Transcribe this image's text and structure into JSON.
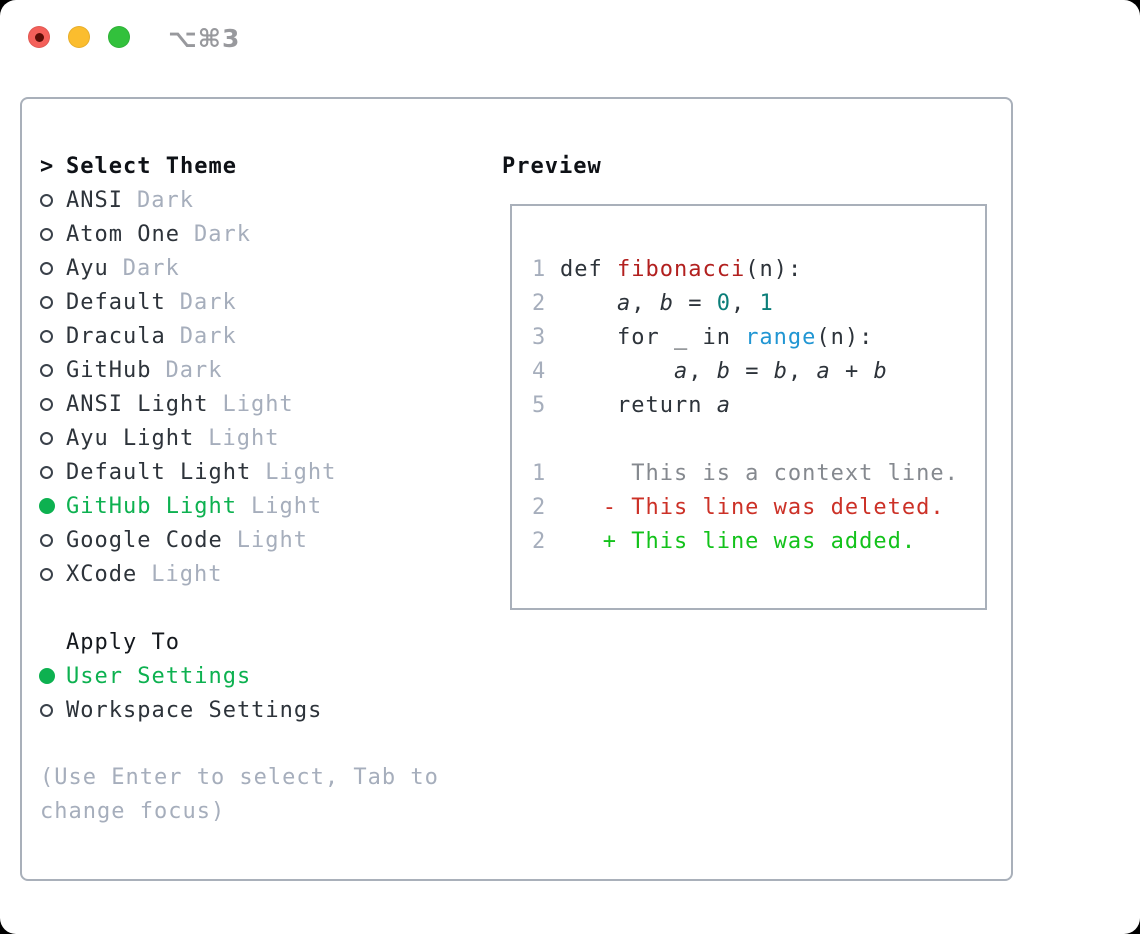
{
  "window": {
    "title": "⌥⌘3",
    "traffic_lights": [
      "close-button",
      "minimize-button",
      "zoom-button"
    ]
  },
  "theme_picker": {
    "header_prefix": ">",
    "header": "Select Theme",
    "items": [
      {
        "name": "ANSI",
        "variant": "Dark",
        "selected": false
      },
      {
        "name": "Atom One",
        "variant": "Dark",
        "selected": false
      },
      {
        "name": "Ayu",
        "variant": "Dark",
        "selected": false
      },
      {
        "name": "Default",
        "variant": "Dark",
        "selected": false
      },
      {
        "name": "Dracula",
        "variant": "Dark",
        "selected": false
      },
      {
        "name": "GitHub",
        "variant": "Dark",
        "selected": false
      },
      {
        "name": "ANSI Light",
        "variant": "Light",
        "selected": false
      },
      {
        "name": "Ayu Light",
        "variant": "Light",
        "selected": false
      },
      {
        "name": "Default Light",
        "variant": "Light",
        "selected": false
      },
      {
        "name": "GitHub Light",
        "variant": "Light",
        "selected": true
      },
      {
        "name": "Google Code",
        "variant": "Light",
        "selected": false
      },
      {
        "name": "XCode",
        "variant": "Light",
        "selected": false
      }
    ]
  },
  "apply_to": {
    "header": "Apply To",
    "options": [
      {
        "label": "User Settings",
        "selected": true
      },
      {
        "label": "Workspace Settings",
        "selected": false
      }
    ]
  },
  "help_text": "(Use Enter to select, Tab to change focus)",
  "preview": {
    "header": "Preview",
    "code_lines": [
      {
        "num": "1",
        "segments": [
          [
            "def ",
            "plain"
          ],
          [
            "fibonacci",
            "func-def"
          ],
          [
            "(n):",
            "plain"
          ]
        ]
      },
      {
        "num": "2",
        "segments": [
          [
            "    ",
            "plain"
          ],
          [
            "a",
            "var"
          ],
          [
            ", ",
            "plain"
          ],
          [
            "b",
            "var"
          ],
          [
            " = ",
            "plain"
          ],
          [
            "0",
            "number"
          ],
          [
            ", ",
            "plain"
          ],
          [
            "1",
            "number"
          ]
        ]
      },
      {
        "num": "3",
        "segments": [
          [
            "    for _ in ",
            "plain"
          ],
          [
            "range",
            "func-call"
          ],
          [
            "(n):",
            "plain"
          ]
        ]
      },
      {
        "num": "4",
        "segments": [
          [
            "        ",
            "plain"
          ],
          [
            "a",
            "var"
          ],
          [
            ", ",
            "plain"
          ],
          [
            "b",
            "var"
          ],
          [
            " = ",
            "plain"
          ],
          [
            "b",
            "var"
          ],
          [
            ", ",
            "plain"
          ],
          [
            "a",
            "var"
          ],
          [
            " + ",
            "plain"
          ],
          [
            "b",
            "var"
          ]
        ]
      },
      {
        "num": "5",
        "segments": [
          [
            "    return ",
            "plain"
          ],
          [
            "a",
            "var"
          ]
        ]
      }
    ],
    "diff_lines": [
      {
        "num": "1",
        "type": "context",
        "text": "     This is a context line."
      },
      {
        "num": "2",
        "type": "deleted",
        "text": "   - This line was deleted."
      },
      {
        "num": "2",
        "type": "added",
        "text": "   + This line was added."
      }
    ]
  },
  "colors": {
    "selection_green": "#0db150",
    "diff_added_green": "#13c21b",
    "diff_deleted_red": "#cc3127",
    "diff_context_gray": "#85898f",
    "muted_gray": "#a6aebc",
    "text_dark": "#2d333a",
    "function_name_red": "#b2201f",
    "number_teal": "#0b7e79",
    "call_blue": "#2196d3",
    "border_gray": "#a9b0ba",
    "traffic_red": "#f4605a",
    "traffic_yellow": "#fbbd2e",
    "traffic_green": "#32c13c"
  }
}
